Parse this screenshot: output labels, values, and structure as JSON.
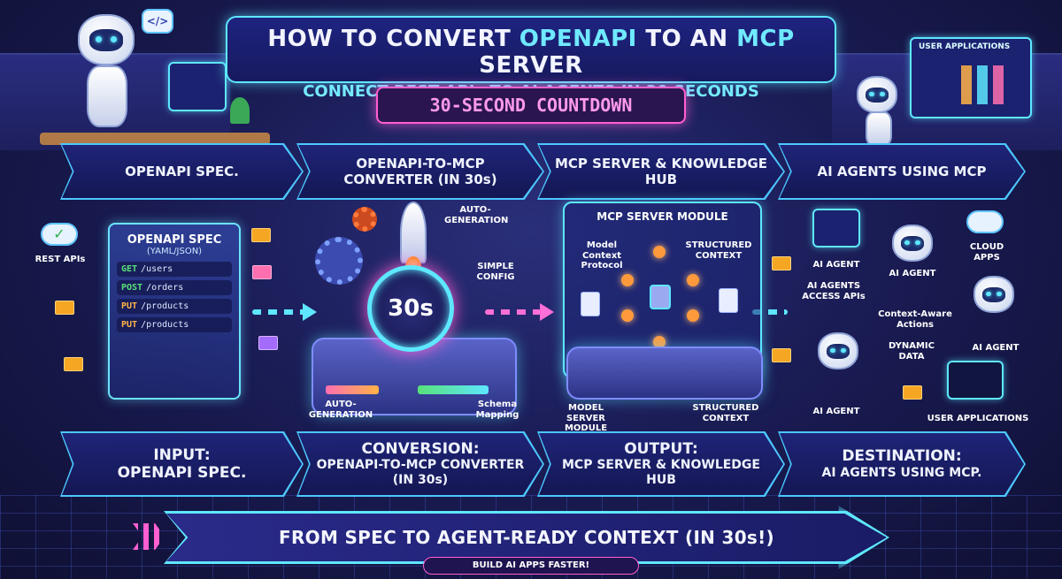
{
  "title": {
    "main_prefix": "HOW TO CONVERT ",
    "main_hl1": "OPENAPI",
    "main_mid": " TO AN ",
    "main_hl2": "MCP",
    "main_suffix": " SERVER",
    "subtitle": "CONNECT REST APIs TO AI AGENTS IN 30 SECONDS"
  },
  "countdown": "30-SECOND COUNTDOWN",
  "top_steps": [
    {
      "label": "OPENAPI SPEC."
    },
    {
      "label": "OPENAPI-TO-MCP CONVERTER (IN 30s)"
    },
    {
      "label": "MCP SERVER & KNOWLEDGE HUB"
    },
    {
      "label": "AI AGENTS USING MCP"
    }
  ],
  "spec_card": {
    "title": "OPENAPI SPEC",
    "subtitle": "(YAML/JSON)",
    "endpoints": [
      {
        "method": "GET",
        "path": "/users",
        "color": "#58e07a"
      },
      {
        "method": "POST",
        "path": "/orders",
        "color": "#58e07a"
      },
      {
        "method": "PUT",
        "path": "/products",
        "color": "#ffb347"
      },
      {
        "method": "PUT",
        "path": "/products",
        "color": "#ffb347"
      }
    ]
  },
  "labels": {
    "rest_apis": "REST APIs",
    "auto_generation_top": "AUTO-GENERATION",
    "simple_config": "SIMPLE CONFIG",
    "timer": "30s",
    "auto_generation_bottom": "AUTO-GENERATION",
    "schema_mapping": "Schema Mapping",
    "mcp_server_module": "MCP SERVER MODULE",
    "model_context_protocol": "Model Context Protocol",
    "structured_context_top": "STRUCTURED CONTEXT",
    "model_server_module": "MODEL SERVER MODULE",
    "structured_context_bottom": "STRUCTURED CONTEXT",
    "ai_agent_1": "AI AGENT",
    "ai_agents_access_apis": "AI AGENTS ACCESS APIs",
    "ai_agent_2": "AI AGENT",
    "context_aware_actions": "Context-Aware Actions",
    "cloud_apps": "CLOUD APPS",
    "ai_agent_3": "AI AGENT",
    "dynamic_data": "DYNAMIC DATA",
    "ai_agent_4": "AI AGENT",
    "user_applications_bottom": "USER APPLICATIONS",
    "user_applications_top": "USER APPLICATIONS"
  },
  "bottom_steps": [
    {
      "line1": "INPUT:",
      "line2": "OPENAPI SPEC."
    },
    {
      "line1": "CONVERSION:",
      "line2": "OPENAPI-TO-MCP CONVERTER (IN 30s)"
    },
    {
      "line1": "OUTPUT:",
      "line2": "MCP SERVER & KNOWLEDGE HUB"
    },
    {
      "line1": "DESTINATION:",
      "line2": "AI AGENTS USING MCP."
    }
  ],
  "banner": "FROM SPEC TO AGENT-READY CONTEXT (IN 30s!)",
  "tagline": "BUILD AI APPS FASTER!",
  "colors": {
    "accent_cyan": "#5ee7ff",
    "accent_pink": "#ff5fd0",
    "background": "#1a1c55"
  }
}
